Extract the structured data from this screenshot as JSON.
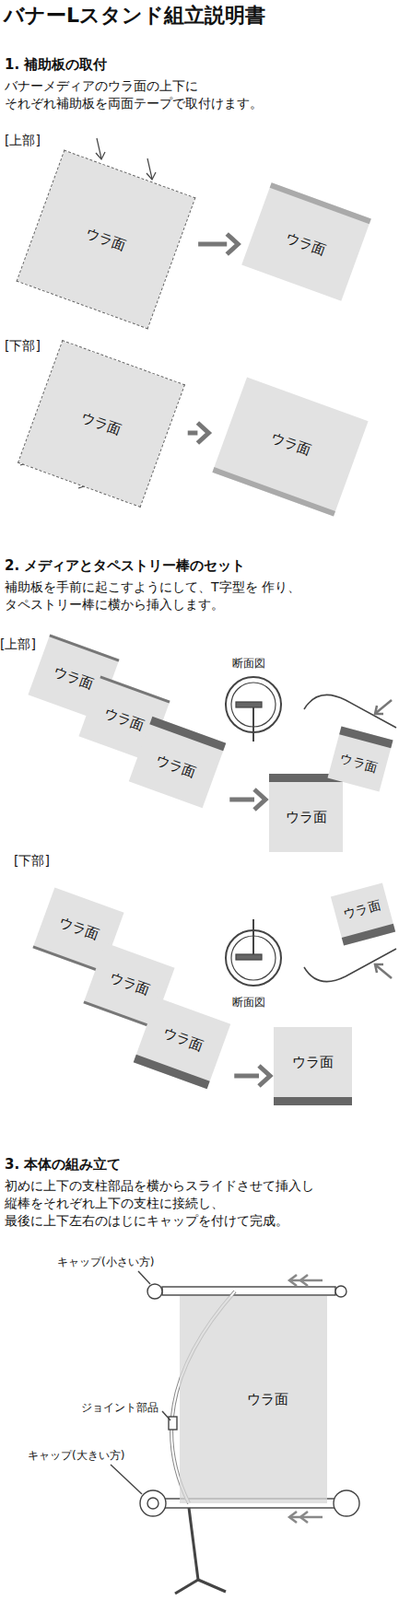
{
  "diagram": {
    "title": "バナーLスタンド組立説明書",
    "nodes": [
      {
        "text": [
          "ウラ面"
        ]
      },
      {
        "text": [
          "ウラ面"
        ]
      },
      {
        "text": [
          "ウラ面"
        ]
      },
      {
        "text": [
          "ウラ面"
        ]
      },
      {
        "text": [
          "ウラ面"
        ]
      },
      {
        "text": [
          "ウラ面"
        ]
      },
      {
        "text": [
          "ウラ面"
        ]
      },
      {
        "text": [
          "ウラ面"
        ]
      },
      {
        "text": [
          "ウラ面"
        ]
      },
      {
        "text": [
          "ウラ面"
        ]
      },
      {
        "text": [
          "ウラ面"
        ]
      },
      {
        "text": [
          "ウラ面"
        ]
      },
      {
        "text": [
          "ウラ面"
        ]
      },
      {
        "text": [
          "ウラ面"
        ]
      },
      {
        "text": [
          "ウラ面"
        ]
      }
    ],
    "edges": [
      {
        "from": 0,
        "to": 1,
        "arrow": "to"
      },
      {
        "from": 2,
        "to": 3,
        "arrow": "to"
      },
      {
        "from": 6,
        "to": 7,
        "arrow": "to"
      },
      {
        "from": 11,
        "to": 12,
        "arrow": "to"
      }
    ],
    "labels": [
      "1. 補助板の取付",
      "バナーメディアのウラ面の上下に それぞれ補助板を両面テープで取付けます。",
      "[上部]",
      "[下部]",
      "2. メディアとタペストリー棒のセット",
      "補助板を手前に起こすようにして、T字型を 作り、タペストリー棒に横から挿入します。",
      "[上部]",
      "断面図",
      "[下部]",
      "断面図",
      "3. 本体の組み立て",
      "初めに上下の支柱部品を横からスライドさせて挿入し 縦棒をそれぞれ上下の支柱に接続し、 最後に上下左右のはじにキャップを付けて完成。",
      "キャップ(小さい方)",
      "ジョイント部品",
      "キャップ(大きい方)"
    ]
  }
}
